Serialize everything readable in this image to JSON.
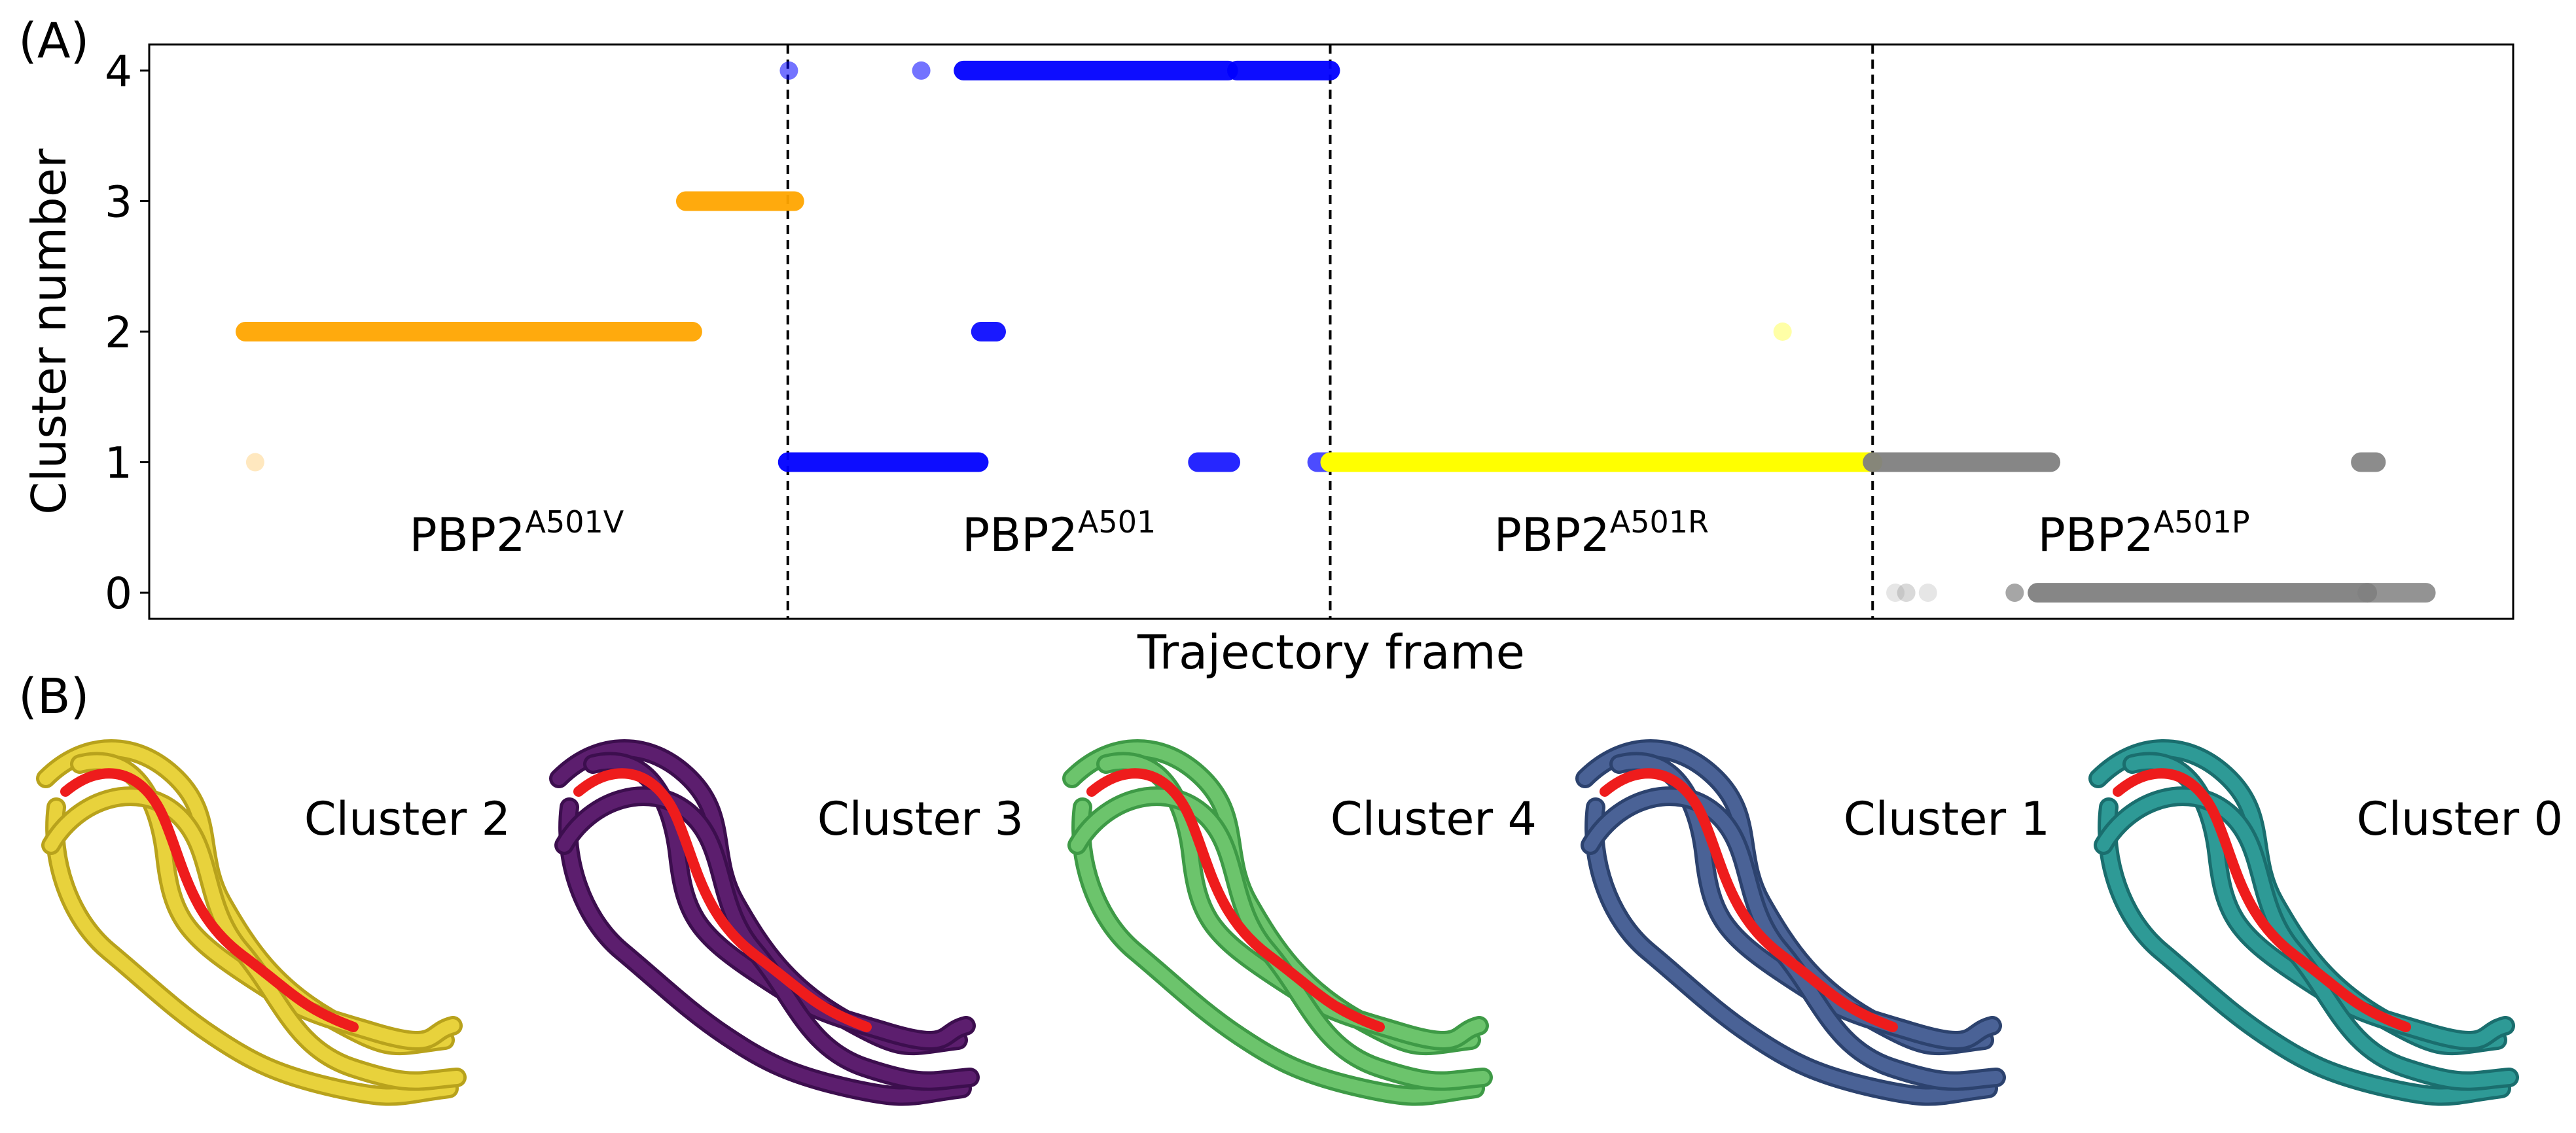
{
  "panel_a_label": "(A)",
  "panel_b_label": "(B)",
  "chart_data": {
    "type": "scatter",
    "title": "",
    "xlabel": "Trajectory frame",
    "ylabel": "Cluster number",
    "ylim": [
      -0.2,
      4.2
    ],
    "yticks": [
      0,
      1,
      2,
      3,
      4
    ],
    "xlim": [
      0,
      1000
    ],
    "x_ticks_shown": false,
    "grid": false,
    "legend": "none",
    "dividers_x": [
      250,
      500,
      750
    ],
    "sections": [
      {
        "base": "PBP2",
        "sup": "A501V"
      },
      {
        "base": "PBP2",
        "sup": "A501"
      },
      {
        "base": "PBP2",
        "sup": "A501R"
      },
      {
        "base": "PBP2",
        "sup": "A501P"
      }
    ],
    "series": [
      {
        "color": "#FFA500",
        "runs": [
          {
            "x0": 4,
            "x1": 5,
            "y": 1,
            "alpha": 0.25
          },
          {
            "x0": 0,
            "x1": 206,
            "y": 2,
            "alpha": 0.95
          },
          {
            "x0": 203,
            "x1": 253,
            "y": 3,
            "alpha": 0.95
          }
        ]
      },
      {
        "color": "#0000FF",
        "runs": [
          {
            "x0": 250,
            "x1": 251,
            "y": 4,
            "alpha": 0.55
          },
          {
            "x0": 311,
            "x1": 312,
            "y": 4,
            "alpha": 0.55
          },
          {
            "x0": 331,
            "x1": 453,
            "y": 4,
            "alpha": 0.95
          },
          {
            "x0": 457,
            "x1": 500,
            "y": 4,
            "alpha": 0.95
          },
          {
            "x0": 339,
            "x1": 346,
            "y": 2,
            "alpha": 0.9
          },
          {
            "x0": 250,
            "x1": 338,
            "y": 1,
            "alpha": 0.95
          },
          {
            "x0": 439,
            "x1": 454,
            "y": 1,
            "alpha": 0.85
          },
          {
            "x0": 494,
            "x1": 500,
            "y": 1,
            "alpha": 0.7
          }
        ]
      },
      {
        "color": "#FFFF00",
        "runs": [
          {
            "x0": 500,
            "x1": 750,
            "y": 1,
            "alpha": 1.0
          },
          {
            "x0": 708,
            "x1": 709,
            "y": 2,
            "alpha": 0.35
          }
        ]
      },
      {
        "color": "#808080",
        "runs": [
          {
            "x0": 750,
            "x1": 832,
            "y": 1,
            "alpha": 0.95
          },
          {
            "x0": 975,
            "x1": 982,
            "y": 1,
            "alpha": 0.9
          },
          {
            "x0": 760,
            "x1": 761,
            "y": 0,
            "alpha": 0.2
          },
          {
            "x0": 765,
            "x1": 766,
            "y": 0,
            "alpha": 0.3
          },
          {
            "x0": 775,
            "x1": 776,
            "y": 0,
            "alpha": 0.2
          },
          {
            "x0": 815,
            "x1": 816,
            "y": 0,
            "alpha": 0.7
          },
          {
            "x0": 826,
            "x1": 978,
            "y": 0,
            "alpha": 0.95
          },
          {
            "x0": 978,
            "x1": 1005,
            "y": 0,
            "alpha": 0.85
          }
        ]
      }
    ]
  },
  "structure_panels": [
    {
      "label": "Cluster 2",
      "main_color": "#E8D23C",
      "shade_color": "#B8A21C",
      "highlight_color": "#EE1C1C"
    },
    {
      "label": "Cluster 3",
      "main_color": "#5C1E6E",
      "shade_color": "#3C0E4E",
      "highlight_color": "#EE1C1C"
    },
    {
      "label": "Cluster 4",
      "main_color": "#6CC46C",
      "shade_color": "#3E9A46",
      "highlight_color": "#EE1C1C"
    },
    {
      "label": "Cluster 1",
      "main_color": "#4A6296",
      "shade_color": "#2C426E",
      "highlight_color": "#EE1C1C"
    },
    {
      "label": "Cluster 0",
      "main_color": "#2E9A96",
      "shade_color": "#1A6E6E",
      "highlight_color": "#EE1C1C"
    }
  ]
}
